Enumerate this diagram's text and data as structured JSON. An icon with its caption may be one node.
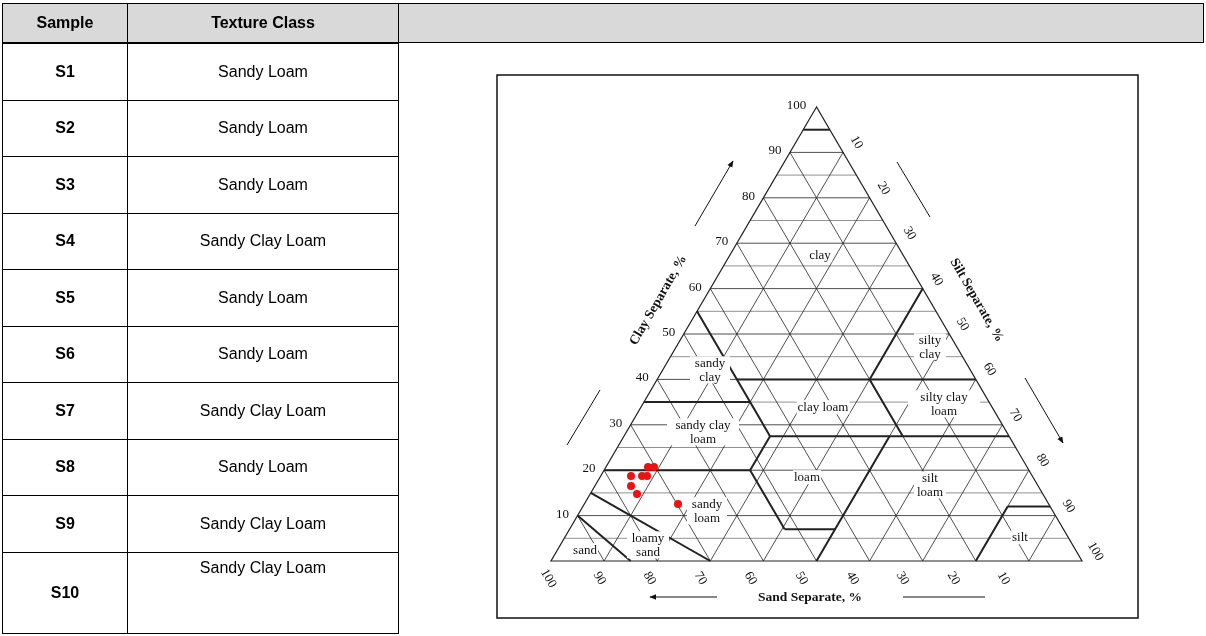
{
  "diagram": {
    "labels": [
      "Sample",
      "Texture Class",
      "S1",
      "Sandy Loam",
      "S2",
      "Sandy Loam",
      "S3",
      "Sandy Loam",
      "S4",
      "Sandy Clay Loam",
      "S5",
      "Sandy Loam",
      "S6",
      "Sandy Loam",
      "S7",
      "Sandy Clay Loam",
      "S8",
      "Sandy Loam",
      "S9",
      "Sandy Clay Loam",
      "S10",
      "Sandy Clay Loam",
      "100",
      "90",
      "80",
      "70",
      "60",
      "50",
      "40",
      "30",
      "20",
      "10",
      "10",
      "20",
      "30",
      "40",
      "50",
      "60",
      "70",
      "80",
      "90",
      "100",
      "100",
      "90",
      "80",
      "70",
      "60",
      "50",
      "40",
      "30",
      "20",
      "10",
      "Clay Separate, %",
      "Silt Separate, %",
      "Sand Separate, %",
      "clay",
      "silty clay",
      "sandy clay",
      "clay loam",
      "silty clay loam",
      "sandy clay loam",
      "loam",
      "silt loam",
      "sandy loam",
      "sand",
      "loamy sand",
      "silt"
    ]
  }
}
